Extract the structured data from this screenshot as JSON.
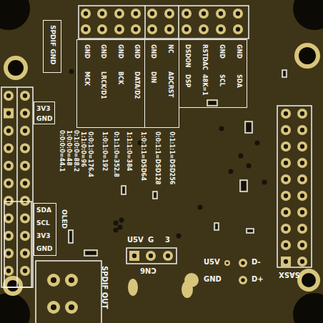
{
  "diagram": {
    "nodes": [
      {
        "text": [
          "SPDIF GND"
        ]
      },
      {
        "text": [
          "GND",
          "MCK",
          "GND",
          "LRCK/D1",
          "GND",
          "BCK",
          "GND",
          "DATA/D2"
        ]
      },
      {
        "text": [
          "GND",
          "DIN",
          "NC",
          "ADCRST"
        ]
      },
      {
        "text": [
          "DSDON",
          "DSP",
          "RSTDAC",
          "48K=1",
          "GND",
          "SCL",
          "GND",
          "SDA"
        ]
      },
      {
        "text": [
          "3V3",
          "GND"
        ]
      },
      {
        "text": [
          "SDA",
          "SCL",
          "3V3",
          "GND",
          "OLED"
        ]
      }
    ],
    "labels": [
      "0:0:0:0=44.1",
      "1:0:0:0=48",
      "0:1:0:0=88.2",
      "1:1:0:0=96",
      "0:0:1:0=176.4",
      "1:0:1:0=192",
      "0:1:1:0=352.8",
      "1:1:1:0=384",
      "1:0:1:1=DSD64",
      "0:0:1:1=DSD128",
      "0:1:1:1=DSD256",
      "U5V",
      "G",
      "3",
      "CN6",
      "U5V",
      "GND",
      "D-",
      "D+",
      "SASX",
      "SPDIF OUT"
    ]
  }
}
